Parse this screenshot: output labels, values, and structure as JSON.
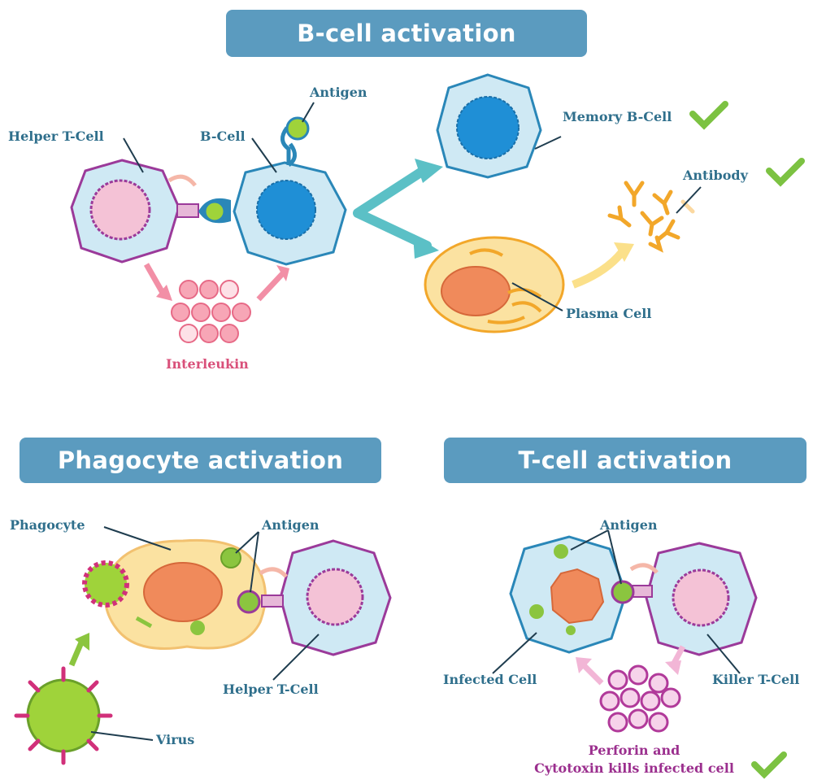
{
  "banners": {
    "b_cell": "B-cell activation",
    "phagocyte": "Phagocyte activation",
    "t_cell": "T-cell activation"
  },
  "b_section": {
    "helper_t_cell": "Helper T-Cell",
    "b_cell": "B-Cell",
    "antigen": "Antigen",
    "interleukin": "Interleukin",
    "memory_b_cell": "Memory B-Cell",
    "antibody": "Antibody",
    "plasma_cell": "Plasma Cell"
  },
  "phagocyte_section": {
    "phagocyte": "Phagocyte",
    "antigen": "Antigen",
    "helper_t_cell": "Helper T-Cell",
    "virus": "Virus"
  },
  "t_section": {
    "antigen": "Antigen",
    "infected_cell": "Infected Cell",
    "killer_t_cell": "Killer T-Cell",
    "perforin_line1": "Perforin and",
    "perforin_line2": "Cytotoxin kills infected cell"
  },
  "colors": {
    "banner": "#5b9bbf",
    "label": "#2f6f8c",
    "check": "#7cc242",
    "interleukin": "#d9507a",
    "perforin": "#9b2f8e"
  },
  "icons": [
    "check-icon",
    "arrow-icon"
  ]
}
